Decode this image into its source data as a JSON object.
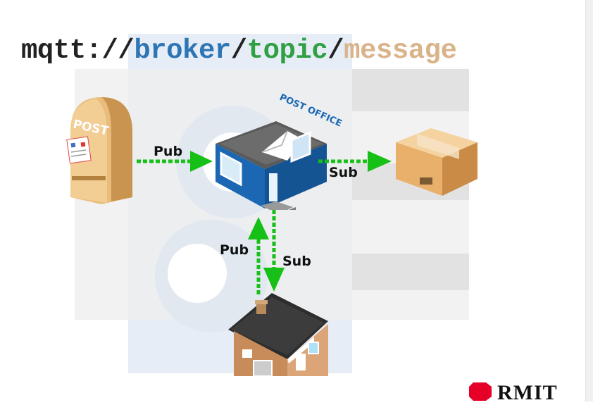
{
  "title": {
    "scheme": "mqtt://",
    "broker": "broker",
    "sep1": "/",
    "topic": "topic",
    "sep2": "/",
    "message": "message"
  },
  "colors": {
    "scheme": "#222222",
    "broker": "#2e75b6",
    "topic": "#2fa044",
    "message": "#d9b48a",
    "arrow": "#16c016",
    "office_blue": "#1b67b3"
  },
  "diagram": {
    "post_office_sign": "POST OFFICE",
    "mailbox_label": "POST",
    "labels": {
      "mailbox_to_office": "Pub",
      "office_to_parcel": "Sub",
      "house_to_office": "Pub",
      "office_to_house": "Sub"
    }
  },
  "logo": {
    "text": "RMIT"
  }
}
